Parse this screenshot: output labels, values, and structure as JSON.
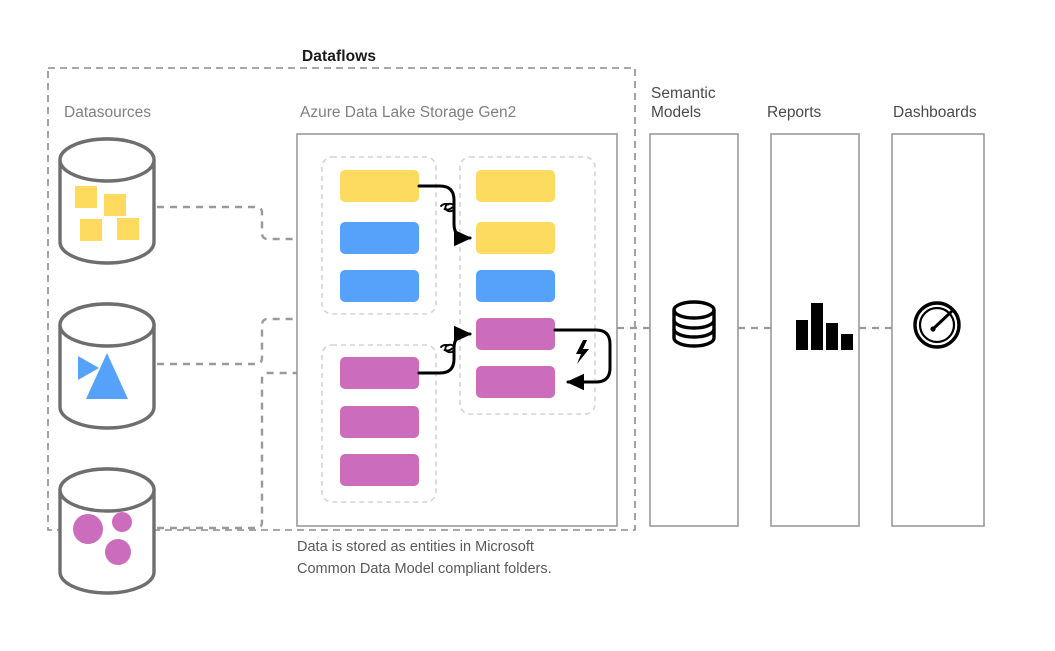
{
  "diagram": {
    "title": "Dataflows",
    "caption_line1": "Data is stored as entities in Microsoft",
    "caption_line2": "Common Data Model compliant folders.",
    "columns": [
      {
        "key": "datasources",
        "label": "Datasources"
      },
      {
        "key": "adls",
        "label": "Azure Data Lake Storage Gen2"
      },
      {
        "key": "semantic_models",
        "label_line1": "Semantic",
        "label_line2": "Models"
      },
      {
        "key": "reports",
        "label": "Reports"
      },
      {
        "key": "dashboards",
        "label": "Dashboards"
      }
    ],
    "datasources": [
      {
        "name": "datasource-yellow",
        "shape": "squares",
        "color": "#FDDB5E"
      },
      {
        "name": "datasource-blue",
        "shape": "triangles",
        "color": "#56A2FB"
      },
      {
        "name": "datasource-pink",
        "shape": "circles",
        "color": "#CC6CBC"
      }
    ],
    "entity_groups": [
      {
        "name": "source-entities-top",
        "entities": [
          {
            "color": "#FDDB5E"
          },
          {
            "color": "#56A2FB"
          },
          {
            "color": "#56A2FB"
          }
        ]
      },
      {
        "name": "source-entities-bottom",
        "entities": [
          {
            "color": "#CC6CBC"
          },
          {
            "color": "#CC6CBC"
          },
          {
            "color": "#CC6CBC"
          }
        ]
      },
      {
        "name": "linked-entities",
        "entities": [
          {
            "color": "#FDDB5E"
          },
          {
            "color": "#FDDB5E"
          },
          {
            "color": "#56A2FB"
          },
          {
            "color": "#CC6CBC"
          },
          {
            "color": "#CC6CBC"
          }
        ]
      }
    ],
    "edge_labels": [
      {
        "name": "link-top",
        "text": "Link",
        "icon": "link-icon"
      },
      {
        "name": "link-bottom",
        "text": "Link",
        "icon": "link-icon"
      },
      {
        "name": "compute",
        "text": "Compute",
        "icon": "lightning-icon"
      }
    ],
    "output_icons": [
      {
        "name": "database-icon",
        "column": "semantic_models"
      },
      {
        "name": "bar-chart-icon",
        "column": "reports"
      },
      {
        "name": "gauge-icon",
        "column": "dashboards"
      }
    ],
    "colors": {
      "yellow": "#FDDB5E",
      "blue": "#56A2FB",
      "pink": "#CC6CBC",
      "outline_gray": "#6e6e6e",
      "panel_border": "#9a9a9a",
      "dashed_gray": "#9a9a9a",
      "dashed_light": "#d4d4d4",
      "label_gray": "#808080",
      "black": "#000000"
    }
  }
}
